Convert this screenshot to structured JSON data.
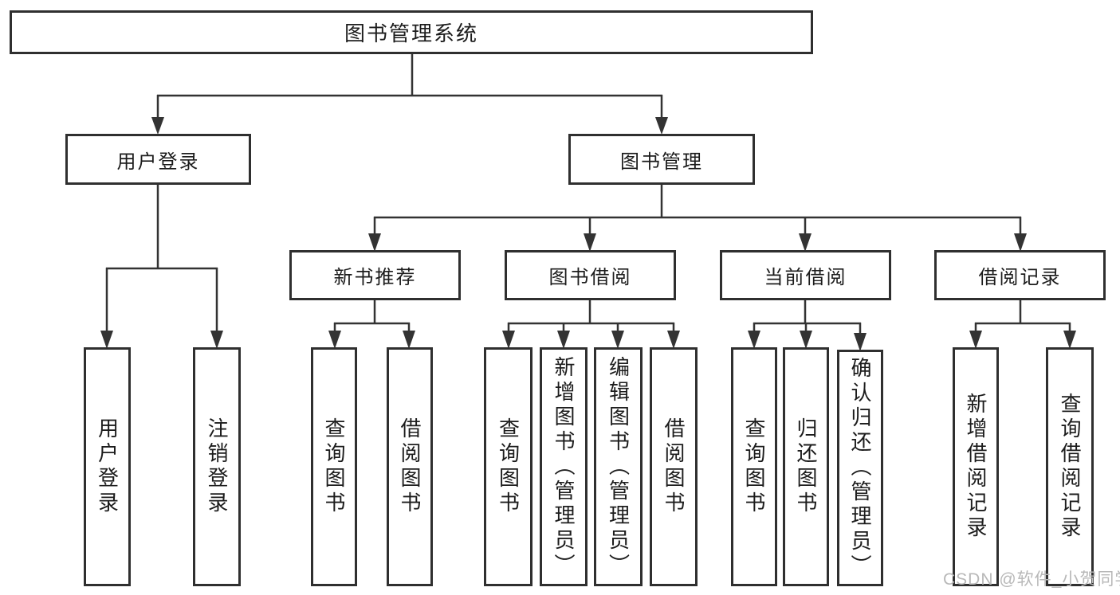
{
  "diagram": {
    "type": "tree",
    "title": "图书管理系统",
    "root": {
      "label": "图书管理系统"
    },
    "level2": {
      "user_login": {
        "label": "用户登录"
      },
      "book_mgmt": {
        "label": "图书管理"
      }
    },
    "level3": {
      "new_book_rec": {
        "label": "新书推荐"
      },
      "book_borrow": {
        "label": "图书借阅"
      },
      "current_borrow": {
        "label": "当前借阅"
      },
      "borrow_record": {
        "label": "借阅记录"
      }
    },
    "leaves": {
      "ul_login": {
        "label": "用户登录",
        "parent": "用户登录"
      },
      "ul_logout": {
        "label": "注销登录",
        "parent": "用户登录"
      },
      "nb_query": {
        "label": "查询图书",
        "parent": "新书推荐"
      },
      "nb_borrow": {
        "label": "借阅图书",
        "parent": "新书推荐"
      },
      "bb_query": {
        "label": "查询图书",
        "parent": "图书借阅"
      },
      "bb_add": {
        "label": "新增图书（管理员）",
        "parent": "图书借阅"
      },
      "bb_edit": {
        "label": "编辑图书（管理员）",
        "parent": "图书借阅"
      },
      "bb_borrow": {
        "label": "借阅图书",
        "parent": "图书借阅"
      },
      "cb_query": {
        "label": "查询图书",
        "parent": "当前借阅"
      },
      "cb_return": {
        "label": "归还图书",
        "parent": "当前借阅"
      },
      "cb_confirm": {
        "label": "确认归还（管理员）",
        "parent": "当前借阅"
      },
      "br_add": {
        "label": "新增借阅记录",
        "parent": "借阅记录"
      },
      "br_query": {
        "label": "查询借阅记录",
        "parent": "借阅记录"
      }
    },
    "watermark": "CSDN @软件_小贺同学",
    "colors": {
      "line": "#333333",
      "border": "#2f2f2f",
      "text": "#1c1c1c",
      "watermark": "#b8b8b8",
      "background": "#ffffff"
    }
  }
}
